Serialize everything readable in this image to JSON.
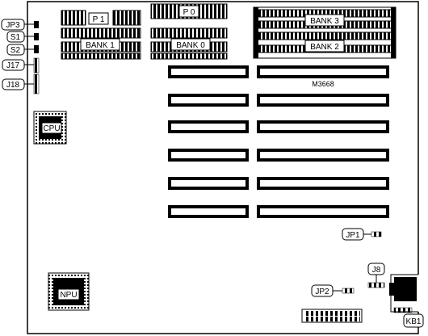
{
  "board": {
    "model": "M3668"
  },
  "labels": {
    "jp3": "JP3",
    "s1": "S1",
    "s2": "S2",
    "j17": "J17",
    "j18": "J18",
    "p1": "P 1",
    "p0": "P 0",
    "bank1": "BANK 1",
    "bank0": "BANK 0",
    "bank3": "BANK 3",
    "bank2": "BANK 2",
    "cpu": "CPU",
    "npu": "NPU",
    "jp1": "JP1",
    "jp2": "JP2",
    "j8": "J8",
    "kb1": "KB1"
  },
  "slots": {
    "rows": 6,
    "columns": 2
  }
}
